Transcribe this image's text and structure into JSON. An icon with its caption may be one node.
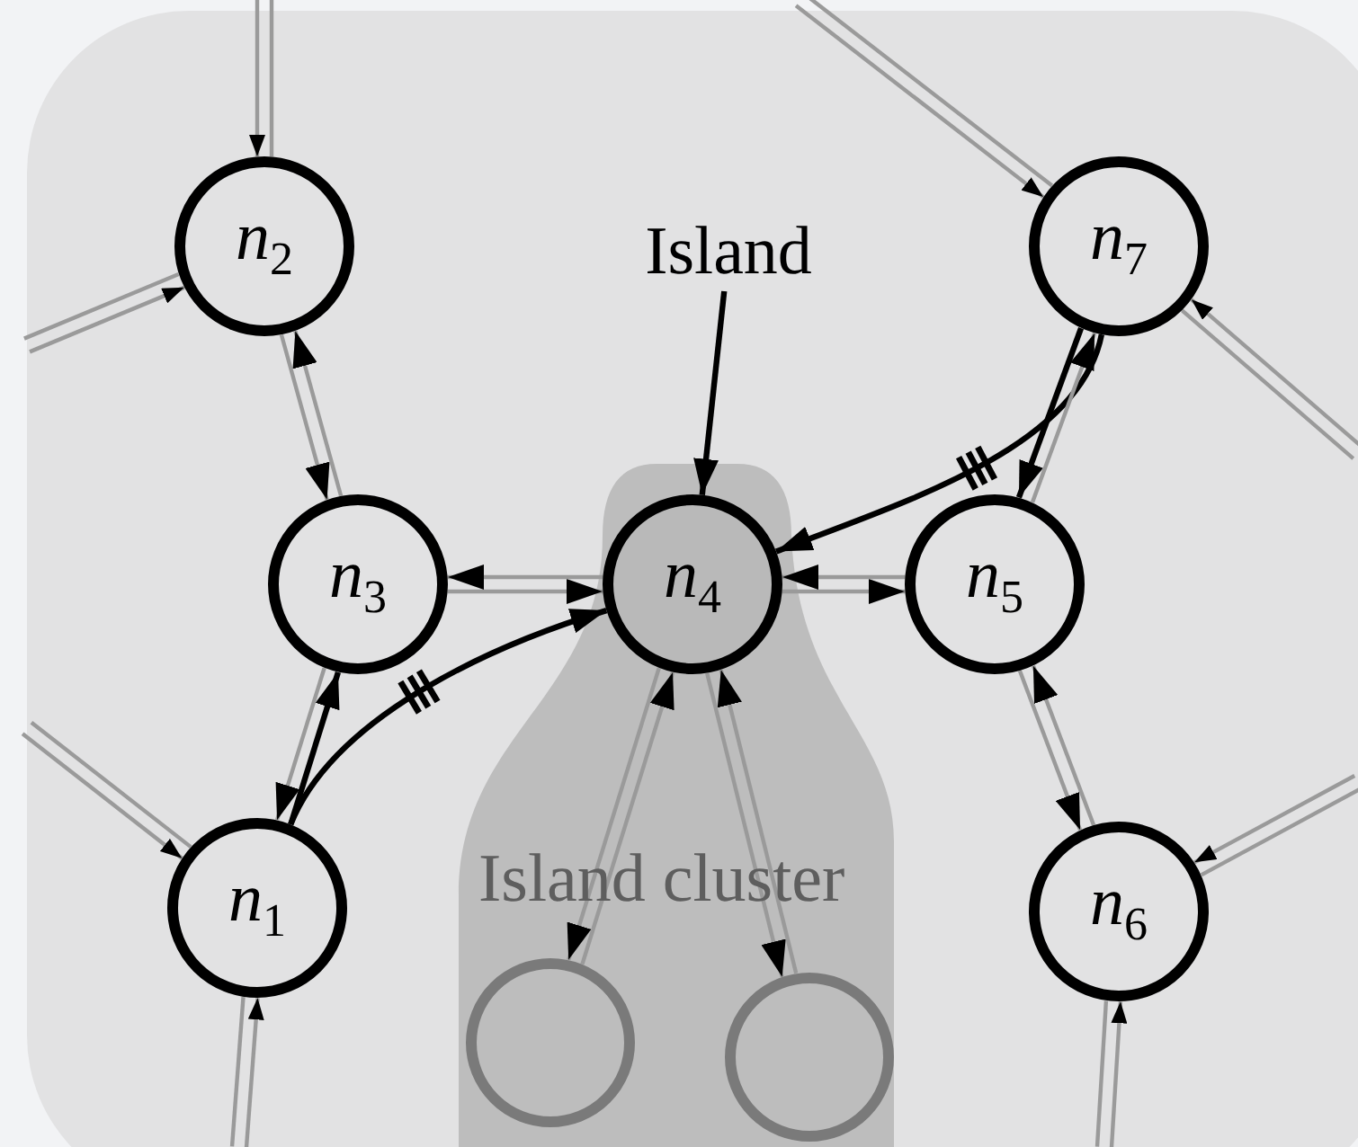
{
  "diagram": {
    "nodes": [
      {
        "text": [
          "*n*$_{2}$"
        ]
      },
      {
        "text": [
          "Island"
        ]
      },
      {
        "text": [
          "*n*$_{7}$"
        ]
      },
      {
        "text": [
          "Island cluster"
        ]
      },
      {
        "text": [
          "*n*$_{3}$"
        ]
      },
      {
        "text": [
          "*n*$_{4}$"
        ],
        "in": 3
      },
      {
        "text": [
          "*n*$_{5}$"
        ]
      },
      {
        "text": [
          "*n*$_{1}$"
        ]
      },
      {
        "text": [
          "*n*$_{6}$"
        ]
      },
      {
        "text": [],
        "shape": "circle",
        "in": 3
      },
      {
        "text": [],
        "shape": "circle",
        "in": 3
      }
    ],
    "edges": [
      {
        "from": null,
        "to": 0,
        "arrow": "to"
      },
      {
        "from": 0,
        "to": null,
        "arrow": "none"
      },
      {
        "from": null,
        "to": 0,
        "arrow": "to"
      },
      {
        "from": 0,
        "to": null,
        "arrow": "none"
      },
      {
        "from": null,
        "to": 2,
        "arrow": "to"
      },
      {
        "from": 2,
        "to": null,
        "arrow": "none"
      },
      {
        "from": null,
        "to": 2,
        "arrow": "to"
      },
      {
        "from": 2,
        "to": null,
        "arrow": "none"
      },
      {
        "from": null,
        "to": 7,
        "arrow": "to"
      },
      {
        "from": 7,
        "to": null,
        "arrow": "none"
      },
      {
        "from": null,
        "to": 7,
        "arrow": "to"
      },
      {
        "from": 7,
        "to": null,
        "arrow": "none"
      },
      {
        "from": null,
        "to": 8,
        "arrow": "to"
      },
      {
        "from": 8,
        "to": null,
        "arrow": "none"
      },
      {
        "from": null,
        "to": 8,
        "arrow": "to"
      },
      {
        "from": 8,
        "to": null,
        "arrow": "none"
      },
      {
        "from": 0,
        "to": 4,
        "arrow": "to"
      },
      {
        "from": 4,
        "to": 0,
        "arrow": "to"
      },
      {
        "from": 7,
        "to": 4,
        "arrow": "to",
        "color": "#000000"
      },
      {
        "from": 4,
        "to": 7,
        "arrow": "to"
      },
      {
        "from": 4,
        "to": 5,
        "arrow": "to"
      },
      {
        "from": 5,
        "to": 4,
        "arrow": "to"
      },
      {
        "from": 7,
        "to": 5,
        "arrow": "to",
        "color": "#000000"
      },
      {
        "from": 2,
        "to": 5,
        "arrow": "to",
        "color": "#000000"
      },
      {
        "from": 5,
        "to": 6,
        "arrow": "to"
      },
      {
        "from": 6,
        "to": 5,
        "arrow": "to"
      },
      {
        "from": 2,
        "to": 6,
        "arrow": "to",
        "color": "#000000"
      },
      {
        "from": 6,
        "to": 2,
        "arrow": "to"
      },
      {
        "from": 6,
        "to": 8,
        "arrow": "to"
      },
      {
        "from": 8,
        "to": 6,
        "arrow": "to"
      },
      {
        "from": 5,
        "to": 9,
        "arrow": "to"
      },
      {
        "from": 9,
        "to": 5,
        "arrow": "to"
      },
      {
        "from": 5,
        "to": 10,
        "arrow": "to"
      },
      {
        "from": 10,
        "to": 5,
        "arrow": "to"
      },
      {
        "from": 1,
        "to": 5,
        "arrow": "to",
        "color": "#000000"
      }
    ]
  }
}
